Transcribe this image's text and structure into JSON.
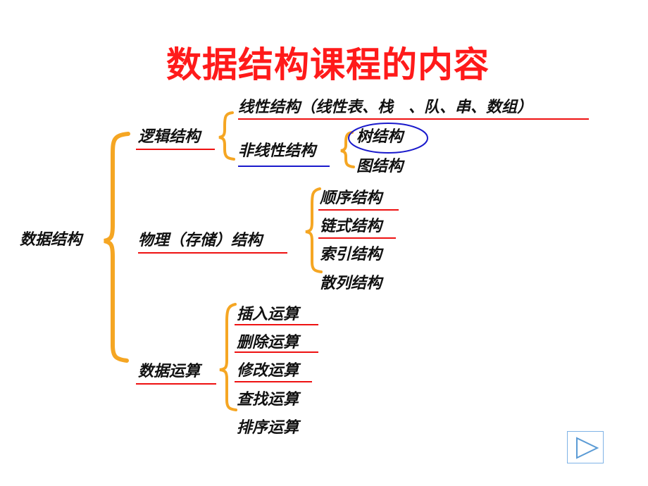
{
  "title": "数据结构课程的内容",
  "colors": {
    "brace": "#f5a623",
    "underline_red": "#ee1111",
    "underline_blue": "#1a1acc",
    "title": "#ff1a1a"
  },
  "root": "数据结构",
  "logic": {
    "label": "逻辑结构",
    "linear": "线性结构（线性表、栈　、队、串、数组）",
    "nonlinear": "非线性结构",
    "tree": "树结构",
    "graph": "图结构"
  },
  "physical": {
    "label": "物理（存储）结构",
    "items": [
      "顺序结构",
      "链式结构",
      "索引结构",
      "散列结构"
    ]
  },
  "operations": {
    "label": "数据运算",
    "items": [
      "插入运算",
      "删除运算",
      "修改运算",
      "查找运算",
      "排序运算"
    ]
  },
  "nav": {
    "icon": "play-triangle-icon"
  }
}
